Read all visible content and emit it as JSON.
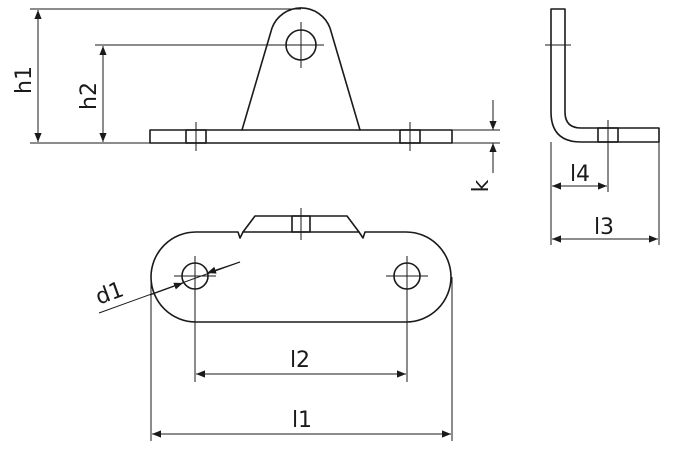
{
  "labels": {
    "h1": "h1",
    "h2": "h2",
    "k": "k",
    "l4": "l4",
    "l3": "l3",
    "d1": "d1",
    "l2": "l2",
    "l1": "l1"
  }
}
